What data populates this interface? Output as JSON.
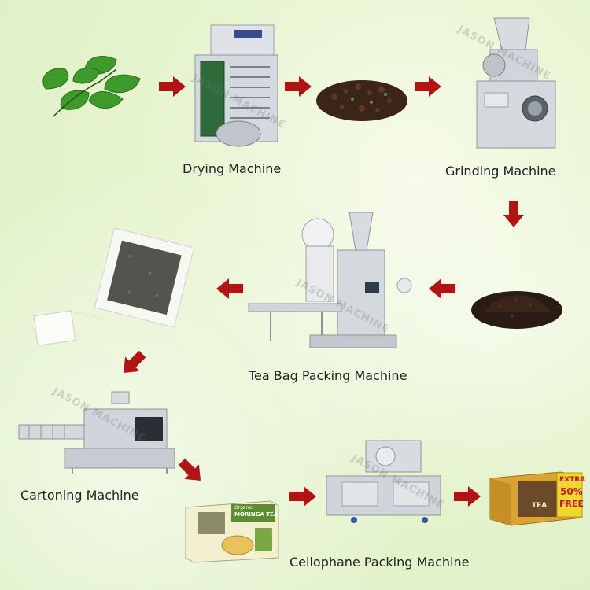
{
  "labels": {
    "drying": "Drying Machine",
    "grinding": "Grinding Machine",
    "tea_bag": "Tea Bag Packing Machine",
    "cartoning": "Cartoning Machine",
    "cellophane": "Cellophane Packing Machine"
  },
  "box_text": {
    "brand_line": "Organic",
    "product": "MORINGA TEA",
    "extra": "EXTRA",
    "percent": "50%",
    "free": "FREE",
    "tea": "TEA"
  },
  "watermark": "JASON MACHINE",
  "colors": {
    "arrow": "#b01414",
    "background": "#e6f4cf",
    "machine_metal": "#c9cfd4",
    "leaf_green": "#3f9a2c"
  }
}
